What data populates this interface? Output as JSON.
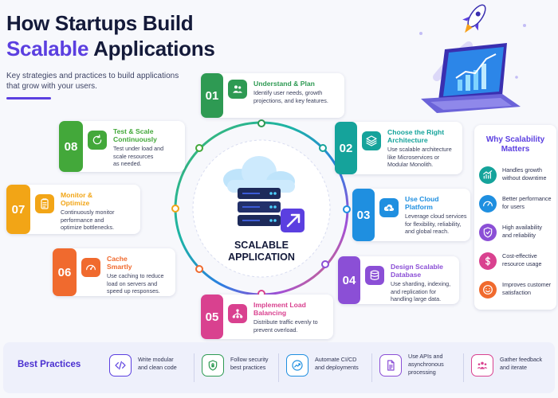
{
  "header": {
    "title_line1": "How Startups Build",
    "title_line2_highlight": "Scalable",
    "title_line2_rest": "Applications",
    "subtitle_line1": "Key strategies and practices to build applications",
    "subtitle_line2": "that grow with your users."
  },
  "center": {
    "line1": "SCALABLE",
    "line2": "APPLICATION"
  },
  "colors": {
    "accent": "#5b3fe0",
    "step1": "#2e9a53",
    "step2": "#15a39b",
    "step3": "#1f8fe0",
    "step4": "#8b4fd6",
    "step5": "#d9418f",
    "step6": "#f06a2e",
    "step7": "#f2a516",
    "step8": "#43a83a"
  },
  "steps": [
    {
      "num": "01",
      "title_line1": "Understand & Plan",
      "title_line2": "",
      "desc1": "Identify user needs, growth",
      "desc2": "projections, and key features.",
      "desc3": "",
      "icon": "users-icon"
    },
    {
      "num": "02",
      "title_line1": "Choose the Right",
      "title_line2": "Architecture",
      "desc1": "Use scalable architecture",
      "desc2": "like Microservices or",
      "desc3": "Modular Monolith.",
      "icon": "layers-icon"
    },
    {
      "num": "03",
      "title_line1": "Use Cloud",
      "title_line2": "Platform",
      "desc1": "Leverage cloud services",
      "desc2": "for flexibility, reliability,",
      "desc3": "and global reach.",
      "icon": "cloud-upload-icon"
    },
    {
      "num": "04",
      "title_line1": "Design Scalable",
      "title_line2": "Database",
      "desc1": "Use sharding, indexing,",
      "desc2": "and replication for",
      "desc3": "handling large data.",
      "icon": "database-icon"
    },
    {
      "num": "05",
      "title_line1": "Implement Load",
      "title_line2": "Balancing",
      "desc1": "Distribute traffic evenly to",
      "desc2": "prevent overload.",
      "desc3": "",
      "icon": "network-icon"
    },
    {
      "num": "06",
      "title_line1": "Cache",
      "title_line2": "Smartly",
      "desc1": "Use caching to reduce",
      "desc2": "load on servers and",
      "desc3": "speed up responses.",
      "icon": "speedometer-icon"
    },
    {
      "num": "07",
      "title_line1": "Monitor &",
      "title_line2": "Optimize",
      "desc1": "Continuously monitor",
      "desc2": "performance and",
      "desc3": "optimize bottlenecks.",
      "icon": "clipboard-icon"
    },
    {
      "num": "08",
      "title_line1": "Test & Scale",
      "title_line2": "Continuously",
      "desc1": "Test under load and",
      "desc2": "scale resources",
      "desc3": "as needed.",
      "icon": "refresh-icon"
    }
  ],
  "why": {
    "title_line1": "Why Scalability",
    "title_line2": "Matters",
    "items": [
      {
        "line1": "Handles growth",
        "line2": "without downtime",
        "icon": "growth-chart-icon"
      },
      {
        "line1": "Better performance",
        "line2": "for users",
        "icon": "gauge-icon"
      },
      {
        "line1": "High availability",
        "line2": "and reliability",
        "icon": "shield-icon"
      },
      {
        "line1": "Cost-effective",
        "line2": "resource usage",
        "icon": "dollar-icon"
      },
      {
        "line1": "Improves customer",
        "line2": "satisfaction",
        "icon": "smile-icon"
      }
    ]
  },
  "best_practices": {
    "title": "Best Practices",
    "items": [
      {
        "line1": "Write modular",
        "line2": "and clean code",
        "line3": "",
        "icon": "code-icon"
      },
      {
        "line1": "Follow security",
        "line2": "best practices",
        "line3": "",
        "icon": "lock-shield-icon"
      },
      {
        "line1": "Automate CI/CD",
        "line2": "and deployments",
        "line3": "",
        "icon": "chart-up-icon"
      },
      {
        "line1": "Use APIs and",
        "line2": "asynchronous",
        "line3": "processing",
        "icon": "document-icon"
      },
      {
        "line1": "Gather feedback",
        "line2": "and iterate",
        "line3": "",
        "icon": "team-icon"
      }
    ]
  }
}
